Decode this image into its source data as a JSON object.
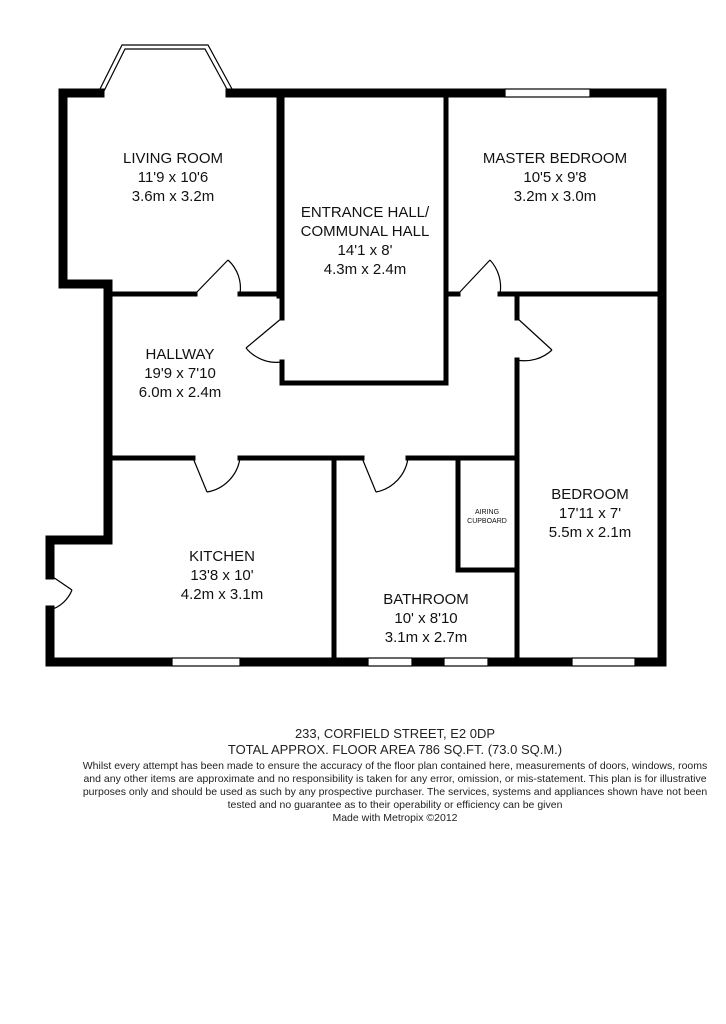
{
  "rooms": {
    "living": {
      "name": "LIVING ROOM",
      "imperial": "11'9 x 10'6",
      "metric": "3.6m x 3.2m"
    },
    "entrance": {
      "name1": "ENTRANCE HALL/",
      "name2": "COMMUNAL HALL",
      "imperial": "14'1 x 8'",
      "metric": "4.3m x 2.4m"
    },
    "master": {
      "name": "MASTER BEDROOM",
      "imperial": "10'5 x 9'8",
      "metric": "3.2m x 3.0m"
    },
    "hallway": {
      "name": "HALLWAY",
      "imperial": "19'9 x 7'10",
      "metric": "6.0m x 2.4m"
    },
    "bedroom": {
      "name": "BEDROOM",
      "imperial": "17'11 x 7'",
      "metric": "5.5m x 2.1m"
    },
    "kitchen": {
      "name": "KITCHEN",
      "imperial": "13'8 x 10'",
      "metric": "4.2m x 3.1m"
    },
    "bathroom": {
      "name": "BATHROOM",
      "imperial": "10' x 8'10",
      "metric": "3.1m x 2.7m"
    },
    "airing": {
      "line1": "AIRING",
      "line2": "CUPBOARD"
    }
  },
  "footer": {
    "address": "233, CORFIELD STREET, E2 0DP",
    "area": "TOTAL APPROX. FLOOR AREA 786 SQ.FT. (73.0 SQ.M.)",
    "disclaimer": "Whilst every attempt has been made to ensure the accuracy of the floor plan contained here, measurements of doors, windows, rooms and any other items are approximate and no responsibility is taken for any error, omission, or mis-statement. This plan is for illustrative purposes only and should be used as such by any prospective purchaser. The services, systems and appliances shown have not been tested and no guarantee as to their operability or efficiency can be given",
    "made_with": "Made with Metropix ©2012"
  }
}
